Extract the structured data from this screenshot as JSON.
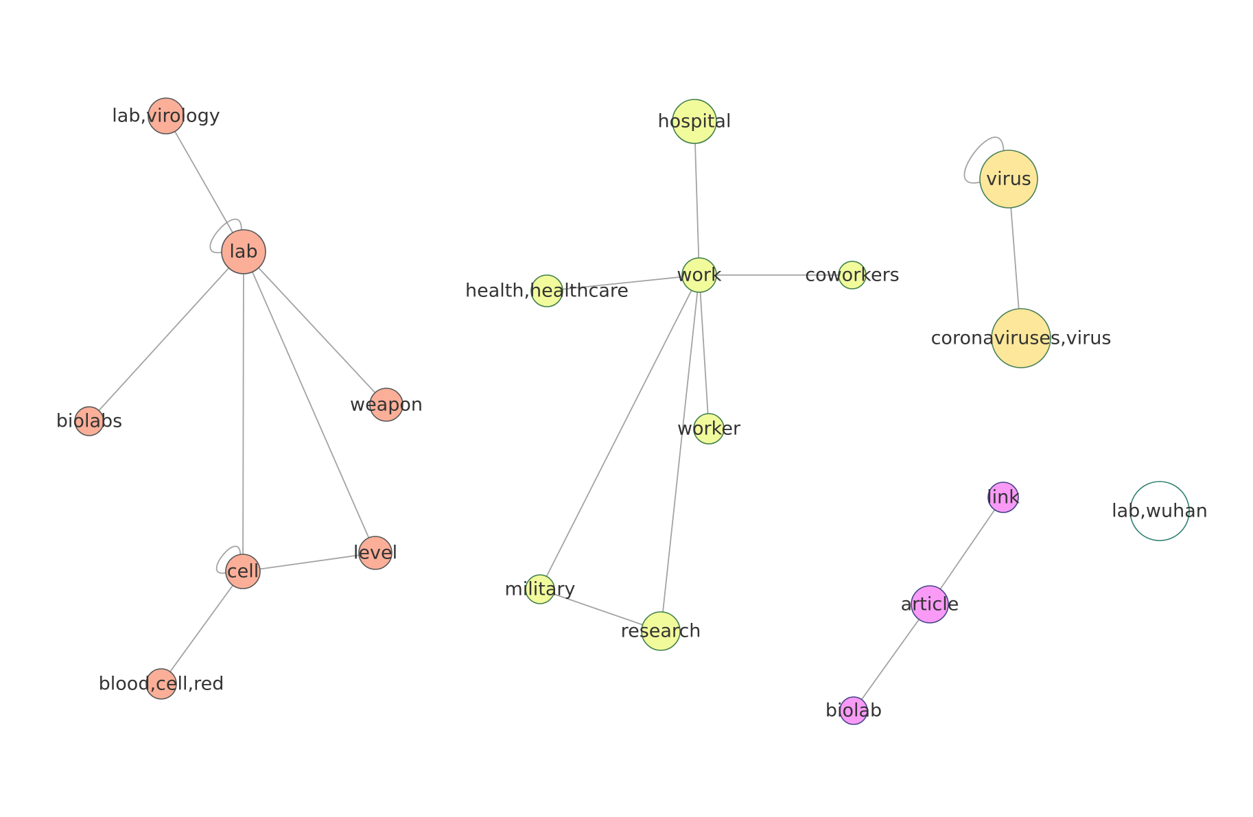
{
  "graph": {
    "colors": {
      "salmon": "#fbaf98",
      "salmon_stroke": "#555555",
      "lime": "#f2fb9c",
      "lime_stroke": "#3f7f4a",
      "gold": "#fde79a",
      "gold_stroke": "#4a7f5a",
      "pink": "#f99af7",
      "pink_stroke": "#444488",
      "white": "#ffffff",
      "white_stroke": "#2f7f6f"
    },
    "nodes": [
      {
        "id": "lab_virology",
        "label": "lab,virology",
        "group": "salmon"
      },
      {
        "id": "lab",
        "label": "lab",
        "group": "salmon"
      },
      {
        "id": "biolabs",
        "label": "biolabs",
        "group": "salmon"
      },
      {
        "id": "weapon",
        "label": "weapon",
        "group": "salmon"
      },
      {
        "id": "cell",
        "label": "cell",
        "group": "salmon"
      },
      {
        "id": "level",
        "label": "level",
        "group": "salmon"
      },
      {
        "id": "blood_cell_red",
        "label": "blood,cell,red",
        "group": "salmon"
      },
      {
        "id": "hospital",
        "label": "hospital",
        "group": "lime"
      },
      {
        "id": "work",
        "label": "work",
        "group": "lime"
      },
      {
        "id": "health_healthcare",
        "label": "health,healthcare",
        "group": "lime"
      },
      {
        "id": "coworkers",
        "label": "coworkers",
        "group": "lime"
      },
      {
        "id": "worker",
        "label": "worker",
        "group": "lime"
      },
      {
        "id": "military",
        "label": "military",
        "group": "lime"
      },
      {
        "id": "research",
        "label": "research",
        "group": "lime"
      },
      {
        "id": "virus",
        "label": "virus",
        "group": "gold"
      },
      {
        "id": "coronaviruses_virus",
        "label": "coronaviruses,virus",
        "group": "gold"
      },
      {
        "id": "link",
        "label": "link",
        "group": "pink"
      },
      {
        "id": "article",
        "label": "article",
        "group": "pink"
      },
      {
        "id": "biolab",
        "label": "biolab",
        "group": "pink"
      },
      {
        "id": "lab_wuhan",
        "label": "lab,wuhan",
        "group": "white"
      }
    ],
    "edges": [
      {
        "source": "lab_virology",
        "target": "lab"
      },
      {
        "source": "lab",
        "target": "lab"
      },
      {
        "source": "lab",
        "target": "biolabs"
      },
      {
        "source": "lab",
        "target": "weapon"
      },
      {
        "source": "lab",
        "target": "cell"
      },
      {
        "source": "lab",
        "target": "level"
      },
      {
        "source": "cell",
        "target": "cell"
      },
      {
        "source": "cell",
        "target": "level"
      },
      {
        "source": "cell",
        "target": "blood_cell_red"
      },
      {
        "source": "hospital",
        "target": "work"
      },
      {
        "source": "work",
        "target": "health_healthcare"
      },
      {
        "source": "work",
        "target": "coworkers"
      },
      {
        "source": "work",
        "target": "worker"
      },
      {
        "source": "work",
        "target": "military"
      },
      {
        "source": "work",
        "target": "research"
      },
      {
        "source": "military",
        "target": "research"
      },
      {
        "source": "virus",
        "target": "virus"
      },
      {
        "source": "virus",
        "target": "coronaviruses_virus"
      },
      {
        "source": "link",
        "target": "article"
      },
      {
        "source": "article",
        "target": "biolab"
      }
    ]
  }
}
